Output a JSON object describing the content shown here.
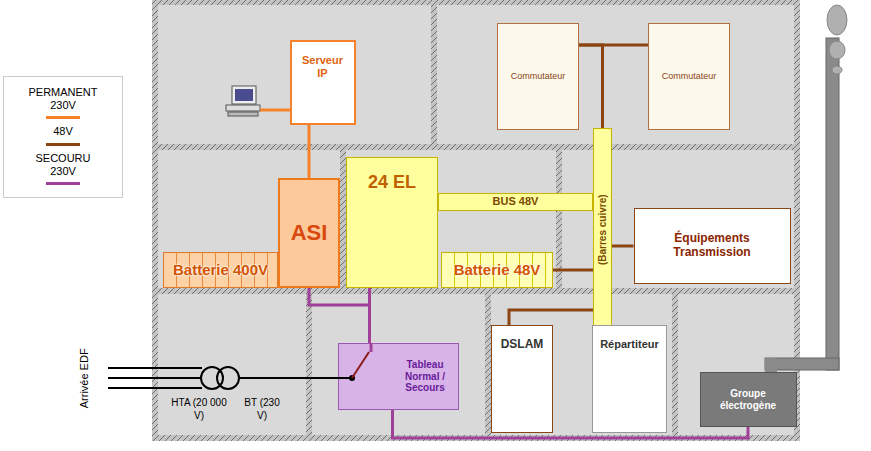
{
  "diagram": {
    "nodes": [
      {
        "text": [
          "Serveur IP"
        ]
      },
      {
        "text": [
          "Commutateur"
        ]
      },
      {
        "text": [
          "Commutateur"
        ]
      },
      {
        "text": [
          "Batterie 400V"
        ]
      },
      {
        "text": [
          "ASI"
        ]
      },
      {
        "text": [
          "24 EL"
        ]
      },
      {
        "text": [
          "Batterie 48V"
        ]
      },
      {
        "text": [
          "BUS 48V"
        ]
      },
      {
        "text": [
          "(Barres cuivre)"
        ]
      },
      {
        "text": [
          "Équipements Transmission"
        ]
      },
      {
        "text": [
          "Tableau Normal / Secours"
        ]
      },
      {
        "text": [
          "DSLAM"
        ]
      },
      {
        "text": [
          "Répartiteur"
        ]
      },
      {
        "text": [
          "Groupe électrogène"
        ]
      }
    ],
    "edges": [
      {
        "from": 0,
        "to": 4,
        "arrow": "none"
      },
      {
        "from": 1,
        "to": 2,
        "arrow": "none"
      },
      {
        "from": 8,
        "to": 1,
        "arrow": "none"
      },
      {
        "from": 7,
        "to": 8,
        "arrow": "none"
      },
      {
        "from": 8,
        "to": 9,
        "arrow": "none"
      },
      {
        "from": 6,
        "to": 8,
        "arrow": "none"
      },
      {
        "from": 8,
        "to": 11,
        "arrow": "none"
      },
      {
        "from": 4,
        "to": 10,
        "arrow": "none"
      },
      {
        "from": 5,
        "to": 10,
        "arrow": "none"
      },
      {
        "from": 13,
        "to": 10,
        "arrow": "none"
      }
    ],
    "labels": [
      "Arrivée EDF",
      "HTA (20 000 V)",
      "BT (230 V)"
    ],
    "legend": [
      {
        "text": "PERMANENT 230V"
      },
      {
        "text": "48V"
      },
      {
        "text": "SECOURU 230V"
      }
    ]
  }
}
